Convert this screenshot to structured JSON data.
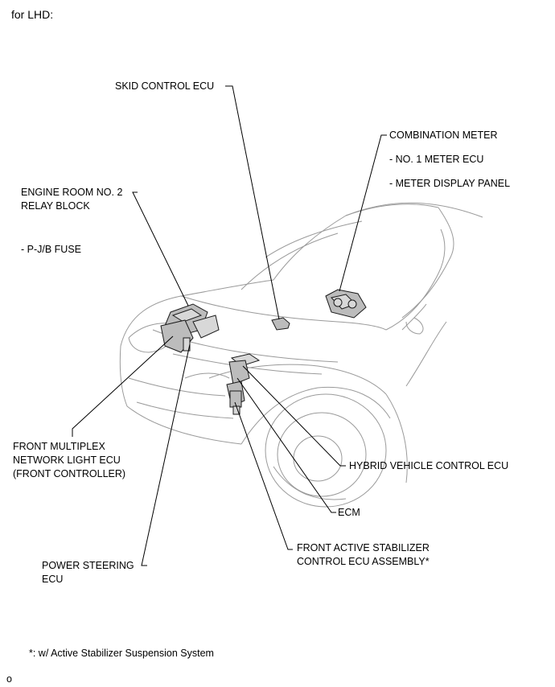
{
  "header": {
    "variant": "for LHD:"
  },
  "labels": {
    "skid_control_ecu": "SKID CONTROL ECU",
    "combination_meter": "COMBINATION METER",
    "no1_meter_ecu": "- NO. 1 METER ECU",
    "meter_display_panel": "- METER DISPLAY PANEL",
    "engine_room_relay_line1": "ENGINE ROOM NO. 2",
    "engine_room_relay_line2": "RELAY BLOCK",
    "pjb_fuse": "- P-J/B FUSE",
    "front_multiplex_line1": "FRONT MULTIPLEX",
    "front_multiplex_line2": "NETWORK LIGHT ECU",
    "front_multiplex_line3": "(FRONT CONTROLLER)",
    "hybrid_vehicle_control_ecu": "HYBRID VEHICLE CONTROL ECU",
    "ecm": "ECM",
    "front_active_stabilizer_line1": "FRONT ACTIVE STABILIZER",
    "front_active_stabilizer_line2": "CONTROL ECU ASSEMBLY*",
    "power_steering_line1": "POWER STEERING",
    "power_steering_line2": "ECU"
  },
  "footnote": "*: w/ Active Stabilizer Suspension System",
  "figure_code": "o"
}
